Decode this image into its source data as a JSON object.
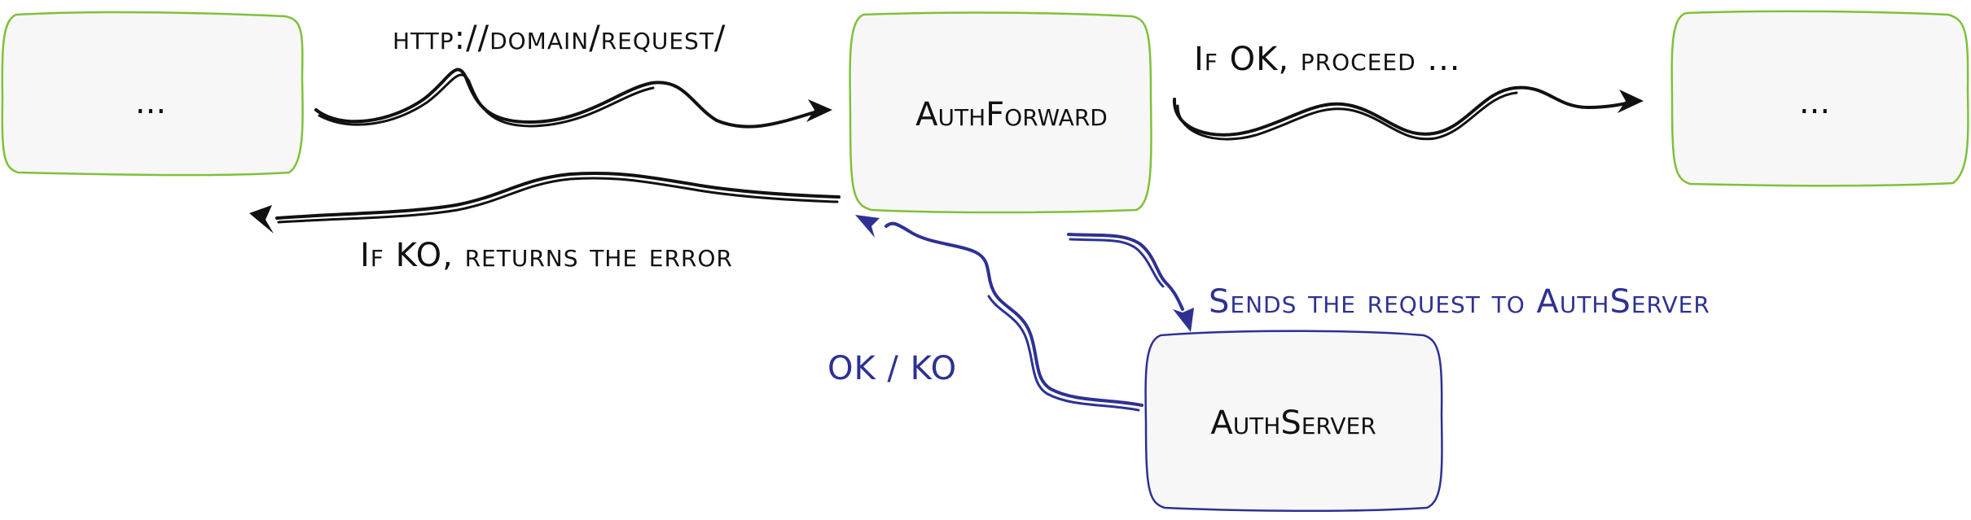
{
  "nodes": {
    "client": {
      "label": "..."
    },
    "auth_forward": {
      "label": "AuthForward"
    },
    "next": {
      "label": "..."
    },
    "auth_server": {
      "label": "AuthServer"
    }
  },
  "edges": {
    "request": {
      "label": "http://domain/request/"
    },
    "proceed": {
      "label": "If OK, proceed ..."
    },
    "error": {
      "label": "If KO, returns the error"
    },
    "send": {
      "label": "Sends the request to AuthServer"
    },
    "response": {
      "label": "OK / KO"
    }
  },
  "colors": {
    "box_fill": "#f7f7f7",
    "box_green": "#7ec13a",
    "box_blue": "#2e3192",
    "arrow_black": "#111111",
    "arrow_blue": "#2e3192"
  }
}
